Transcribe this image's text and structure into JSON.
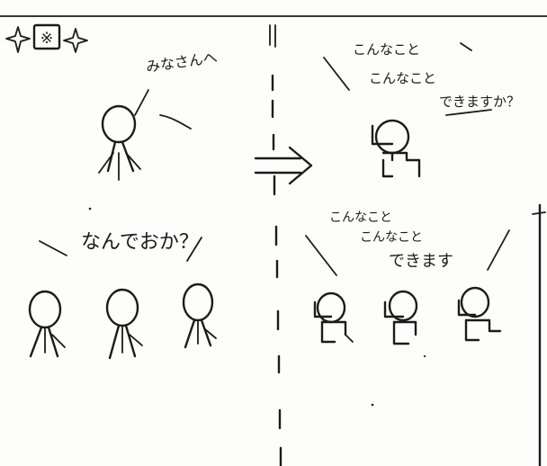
{
  "header": {
    "badge_symbol": "※",
    "sparkle_glyph": "✧"
  },
  "left_top": {
    "speech": "みなさんへ"
  },
  "right_top": {
    "speech_line1": "こんなこと",
    "speech_line2": "こんなこと",
    "speech_line3": "できますか？"
  },
  "left_bottom": {
    "speech": "なんでおか？"
  },
  "right_bottom": {
    "speech_line1": "こんなこと",
    "speech_line2": "こんなこと",
    "speech_line3": "できます"
  },
  "arrow": {
    "glyph": "⇒"
  }
}
